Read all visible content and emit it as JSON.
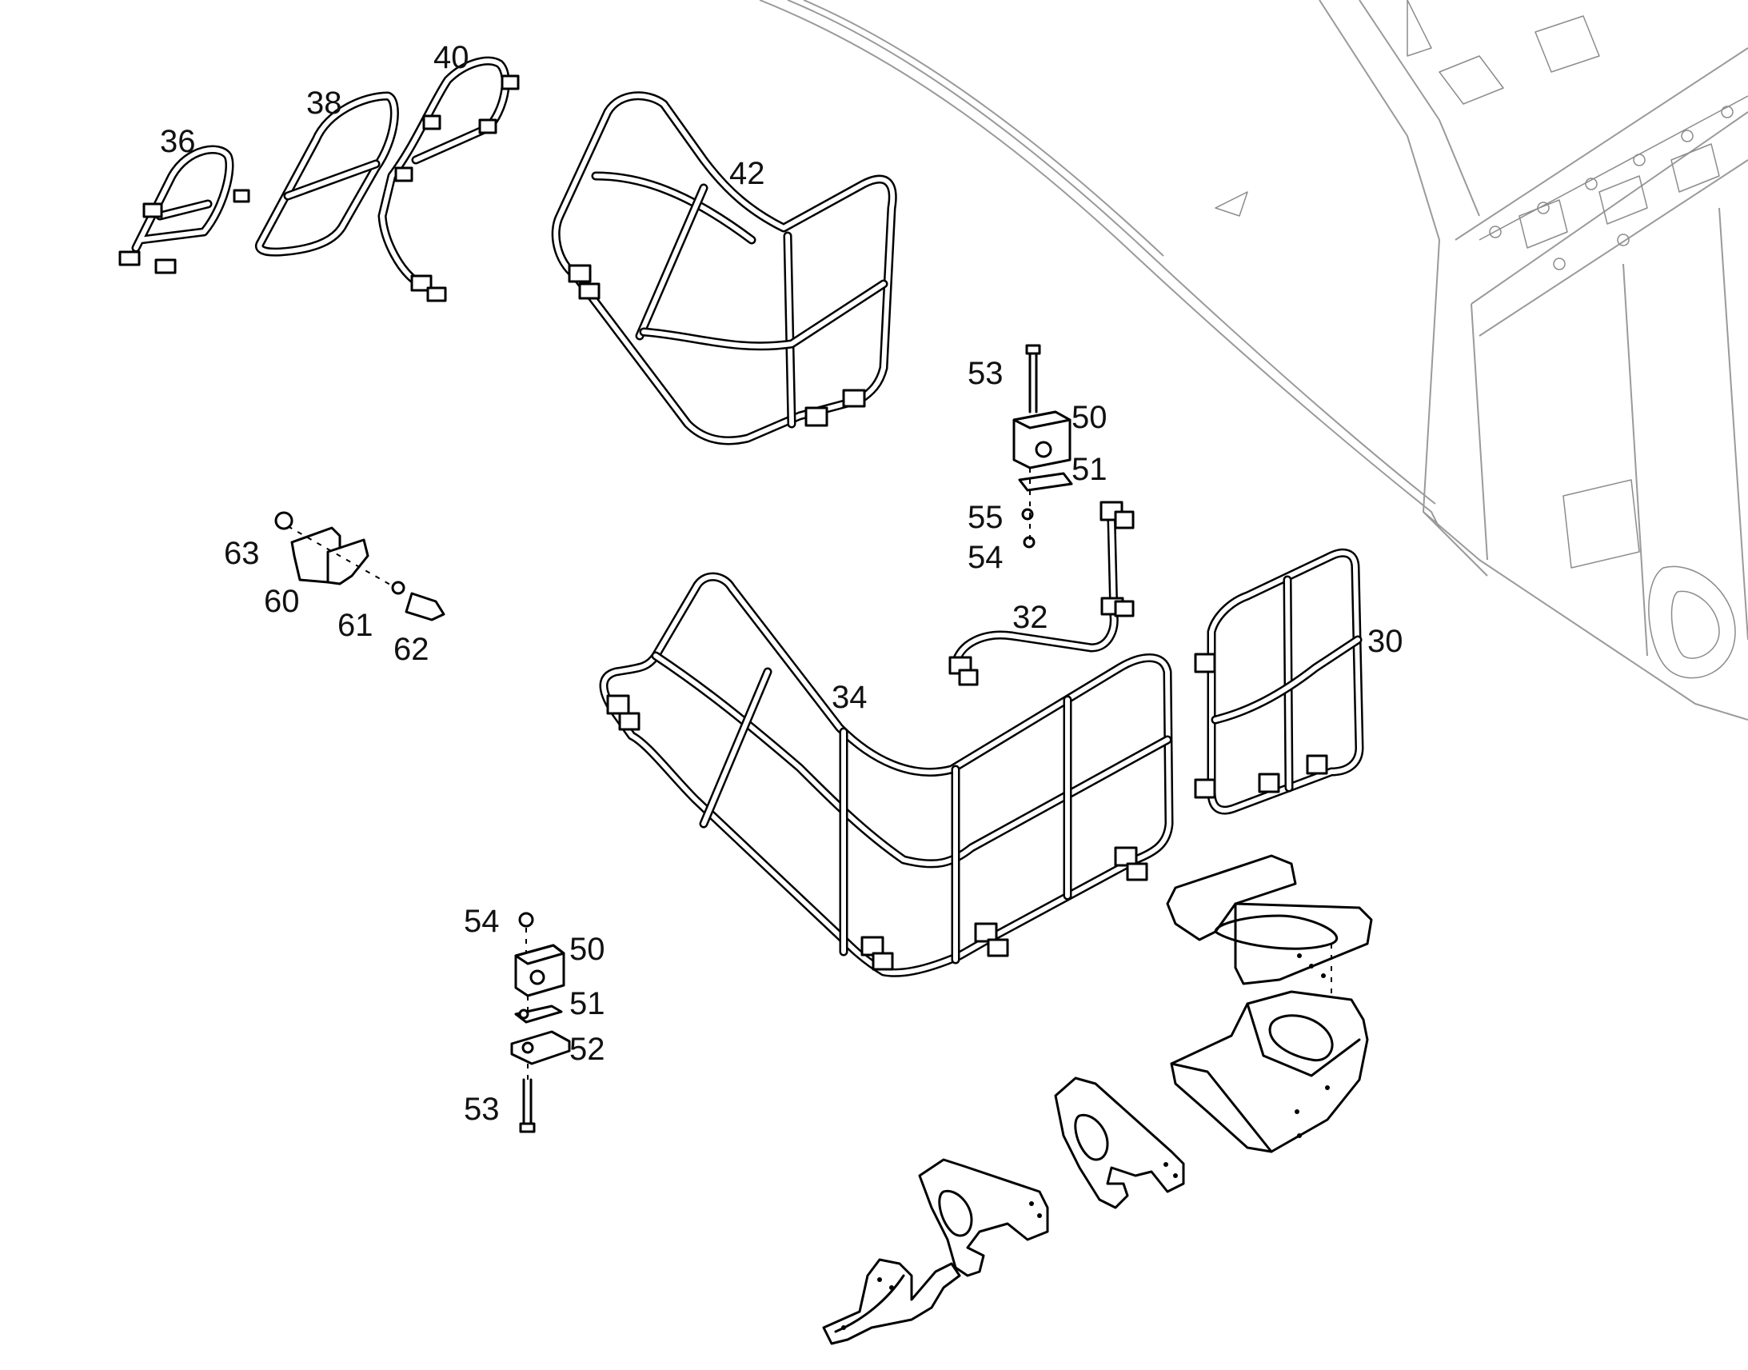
{
  "callouts": {
    "c30": "30",
    "c32": "32",
    "c34": "34",
    "c36": "36",
    "c38": "38",
    "c40": "40",
    "c42": "42",
    "c50a": "50",
    "c50b": "50",
    "c51a": "51",
    "c51b": "51",
    "c52": "52",
    "c53a": "53",
    "c53b": "53",
    "c54a": "54",
    "c54b": "54",
    "c55": "55",
    "c60": "60",
    "c61": "61",
    "c62": "62",
    "c63": "63"
  }
}
